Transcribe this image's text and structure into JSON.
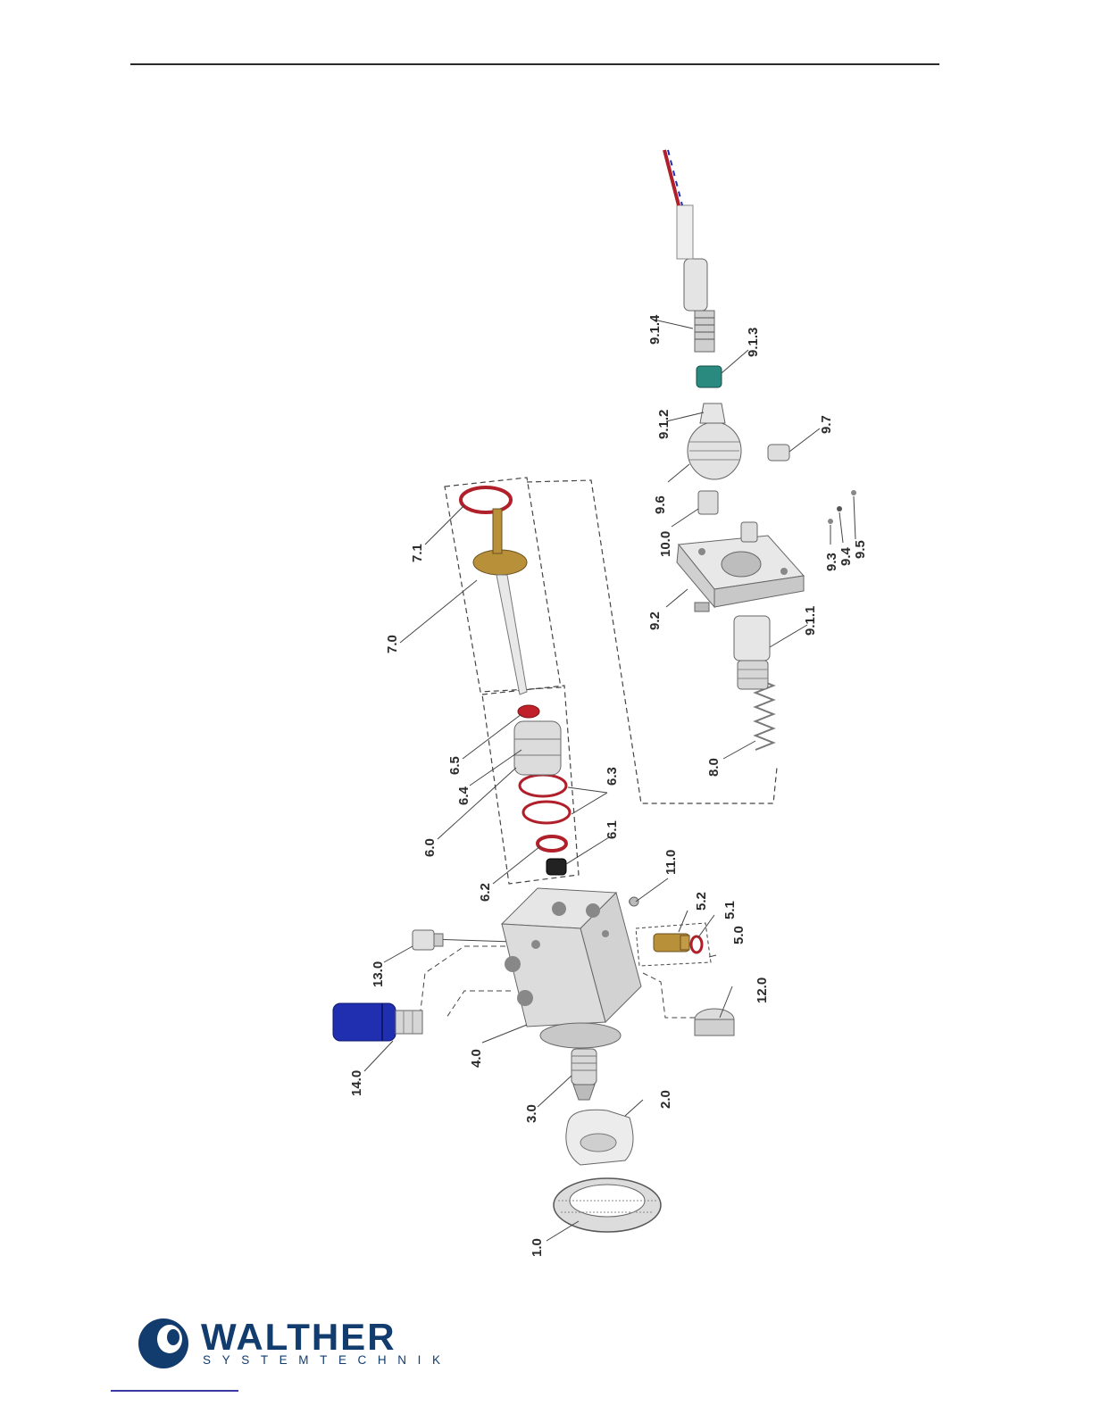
{
  "brand": {
    "name": "WALTHER",
    "tagline": "SYSTEMTECHNIK",
    "color": "#123c6e"
  },
  "colors": {
    "line": "#333333",
    "oring_red": "#b0202a",
    "cap_blue": "#1f2fb0",
    "brass": "#b8903a",
    "teal": "#2a8a80",
    "metal": "#d8d8d8"
  },
  "labels": {
    "p1_0": "1.0",
    "p2_0": "2.0",
    "p3_0": "3.0",
    "p4_0": "4.0",
    "p5_0": "5.0",
    "p5_1": "5.1",
    "p5_2": "5.2",
    "p6_0": "6.0",
    "p6_1": "6.1",
    "p6_2": "6.2",
    "p6_3": "6.3",
    "p6_4": "6.4",
    "p6_5": "6.5",
    "p7_0": "7.0",
    "p7_1": "7.1",
    "p8_0": "8.0",
    "p9_1_1": "9.1.1",
    "p9_1_2": "9.1.2",
    "p9_1_3": "9.1.3",
    "p9_1_4": "9.1.4",
    "p9_2": "9.2",
    "p9_3": "9.3",
    "p9_4": "9.4",
    "p9_5": "9.5",
    "p9_6": "9.6",
    "p9_7": "9.7",
    "p10_0": "10.0",
    "p11_0": "11.0",
    "p12_0": "12.0",
    "p13_0": "13.0",
    "p14_0": "14.0"
  }
}
